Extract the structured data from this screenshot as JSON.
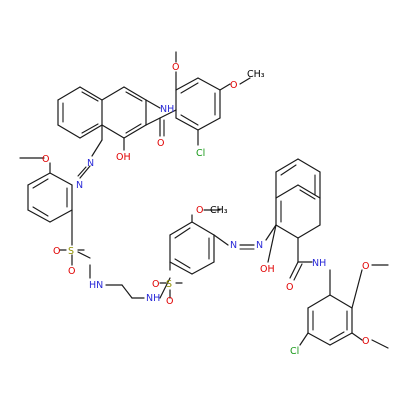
{
  "diagram": {
    "kind": "chemical-structure",
    "colors": {
      "bond": "#1a1a1a",
      "oxygen": "#e00000",
      "nitrogen": "#2a2ad8",
      "chlorine": "#1a9a1a",
      "sulfur": "#909000",
      "carbon": "#000000"
    },
    "labels": {
      "o_methoxy_top1": "O",
      "o_methoxy_top2": "O",
      "ch3_top2": "CH₃",
      "nh_amide_top": "NH",
      "o_carbonyl_top": "O",
      "oh_top": "OH",
      "cl_top": "Cl",
      "n_azo_top1": "N",
      "n_azo_top2": "N",
      "o_methoxy_left": "O",
      "s_top": "S",
      "o_s_top1": "O",
      "o_s_top2": "O",
      "hn_top": "HN",
      "nh_bottom_link": "NH",
      "s_bottom": "S",
      "o_s_bot1": "O",
      "o_s_bot2": "O",
      "o_methoxy_mid": "O",
      "ch3_mid": "CH₃",
      "n_azo_bot1": "N",
      "n_azo_bot2": "N",
      "oh_bottom": "OH",
      "nh_amide_bottom": "NH",
      "o_carbonyl_bottom": "O",
      "o_methoxy_bot1": "O",
      "cl_bottom": "Cl",
      "o_methoxy_bot2": "O"
    }
  }
}
